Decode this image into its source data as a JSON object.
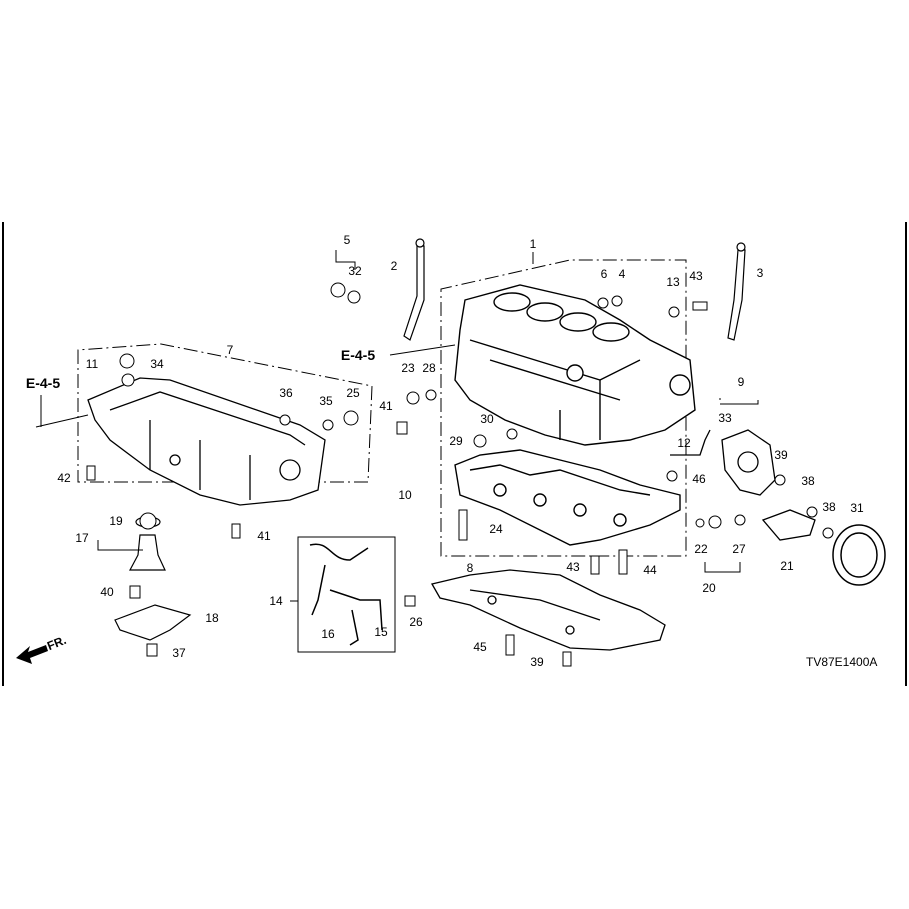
{
  "diagram": {
    "code": "TV87E1400A",
    "front_label": "FR.",
    "refs": [
      "E-4-5",
      "E-4-5"
    ],
    "callouts": [
      "1",
      "2",
      "3",
      "4",
      "5",
      "6",
      "7",
      "8",
      "9",
      "10",
      "11",
      "12",
      "13",
      "14",
      "15",
      "16",
      "17",
      "18",
      "19",
      "20",
      "21",
      "22",
      "23",
      "24",
      "25",
      "26",
      "27",
      "28",
      "29",
      "30",
      "31",
      "32",
      "33",
      "34",
      "35",
      "36",
      "37",
      "38",
      "38",
      "39",
      "39",
      "40",
      "41",
      "41",
      "42",
      "43",
      "43",
      "44",
      "45",
      "46"
    ]
  }
}
